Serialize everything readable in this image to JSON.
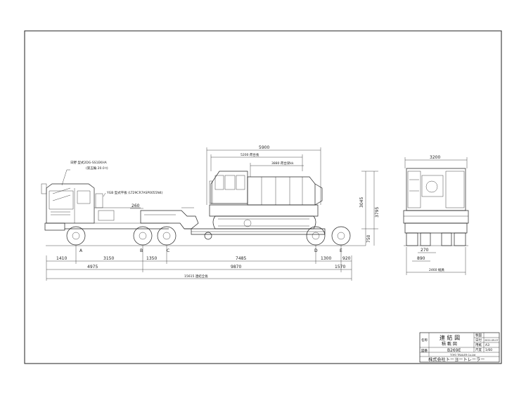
{
  "side_view": {
    "tractor_note_1": "日野 型式2DG-SS1EKHA",
    "tractor_note_2": "(第五輪 20.0 t)",
    "trailer_note": "YGB 型式平板 (LT29CR7ASP0055N4)",
    "axle_labels": [
      "A",
      "B",
      "C",
      "D",
      "E"
    ],
    "dims": {
      "load_length": "5900",
      "deck_length": "5200 荷台長",
      "overhang": "3880 荷台梁kk",
      "loaded_height_1": "3045",
      "loaded_height_2": "3795",
      "deck_height": "750",
      "fifth_wheel": "260",
      "front_overhang": "1410",
      "wheelbase_1": "3150",
      "axle_spacing_bc": "1350",
      "trailer_wheelbase": "7485",
      "axle_spacing_de": "1300",
      "rear_overhang_e": "920",
      "tractor_length": "4975",
      "trailer_length": "9870",
      "rear_overhang_total": "1570",
      "overall_length": "15615 連結全長"
    }
  },
  "rear_view": {
    "dims": {
      "top_width": "3200",
      "track_1": "270",
      "track_2": "890",
      "overall_width": "2460 幅員"
    }
  },
  "title_block": {
    "name_label": "名称",
    "drawing_title_1": "連 結 図",
    "drawing_title_2": "積 載 図",
    "number_label": "図番",
    "drawing_number": "B269E",
    "date_label": "日付",
    "date_value": "2022-09-07",
    "paper_label": "用紙",
    "paper_value": "A3",
    "scale_label": "尺度",
    "scale_value": "1/60",
    "drawn_label": "製図",
    "company_roman": "TOYO TRAILER Co.Ltd",
    "company": "株式会社トーヨートレーラー"
  }
}
